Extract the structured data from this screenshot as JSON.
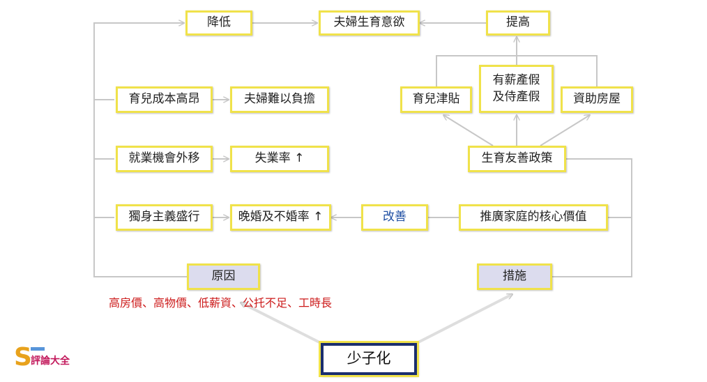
{
  "nodes": {
    "reduce": "降低",
    "desire": "夫婦生育意欲",
    "improve_up": "提高",
    "child_cost": "育兒成本高昂",
    "couple_burden": "夫婦難以負擔",
    "childcare_allowance": "育兒津貼",
    "paid_leave": "有薪產假\n及侍產假",
    "housing_aid": "資助房屋",
    "jobs_out": "就業機會外移",
    "unemployment": "失業率 ↑",
    "friendly_policy": "生育友善政策",
    "single_trend": "獨身主義盛行",
    "late_marriage": "晚婚及不婚率 ↑",
    "improve": "改善",
    "family_values": "推廣家庭的核心價值",
    "cause": "原因",
    "measures": "措施",
    "low_birth": "少子化"
  },
  "note": "高房價、高物價、低薪資、公托不足、工時長",
  "logo": {
    "text_top": "S",
    "text_bottom": "評論大全",
    "colors": [
      "#e8a21c",
      "#c2185b",
      "#2e7bd1"
    ]
  },
  "colors": {
    "box_border": "#f0e24a",
    "shaded_box": "#dcdcee",
    "main_border": "#1a2e6e",
    "arrow": "#c7c7c7",
    "note_text": "#cc1a1a",
    "improve_text": "#1f4fa3"
  }
}
